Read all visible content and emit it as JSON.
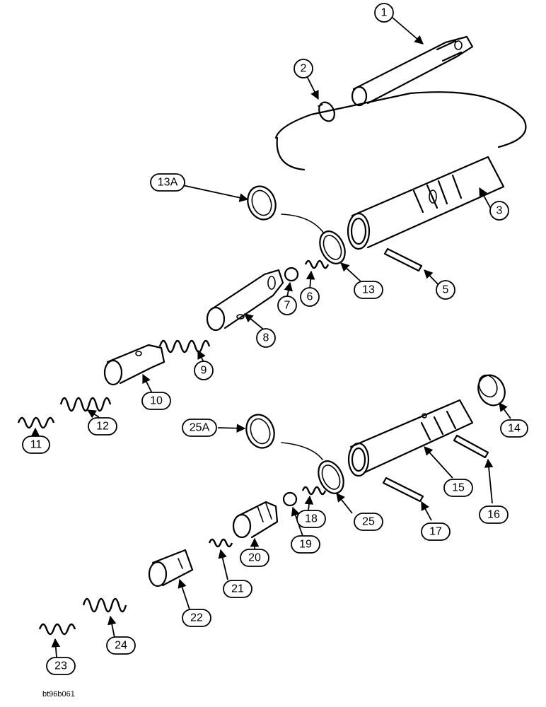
{
  "figure": {
    "code": "bt96b061",
    "callouts": [
      "1",
      "2",
      "3",
      "5",
      "6",
      "7",
      "8",
      "9",
      "10",
      "11",
      "12",
      "13",
      "13A",
      "14",
      "15",
      "16",
      "17",
      "18",
      "19",
      "20",
      "21",
      "22",
      "23",
      "24",
      "25",
      "25A"
    ]
  },
  "colors": {
    "line": "#000000",
    "background": "#ffffff"
  }
}
